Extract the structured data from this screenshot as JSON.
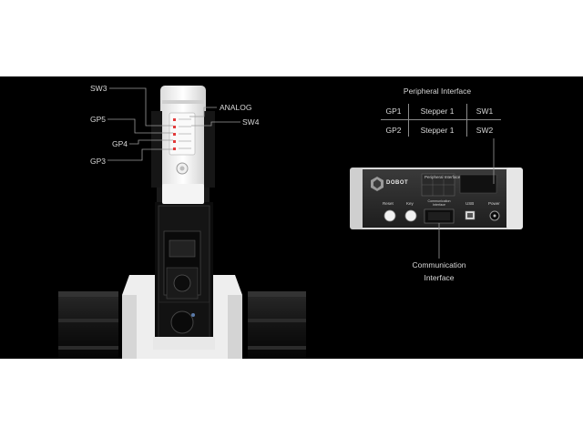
{
  "robot_labels": {
    "sw3": "SW3",
    "gp5": "GP5",
    "gp4": "GP4",
    "gp3": "GP3",
    "analog": "ANALOG",
    "sw4": "SW4"
  },
  "peripheral": {
    "title": "Peripheral Interface",
    "rows": [
      [
        "GP1",
        "Stepper 1",
        "SW1"
      ],
      [
        "GP2",
        "Stepper 1",
        "SW2"
      ]
    ]
  },
  "back_panel": {
    "brand": "DOBOT",
    "table_title": "Peripheral Interface",
    "buttons": {
      "reset": "Reset",
      "key": "Key",
      "comm": "Communication Interface",
      "usb": "USB",
      "power": "Power"
    }
  },
  "communication": {
    "line1": "Communication",
    "line2": "Interface"
  },
  "colors": {
    "background": "#000000",
    "label": "#d8d8d8",
    "leader_line": "#9a9a9a",
    "robot_body": "#f2f2f2",
    "motor": "#1c1c1c",
    "led": "#e23b3b"
  }
}
